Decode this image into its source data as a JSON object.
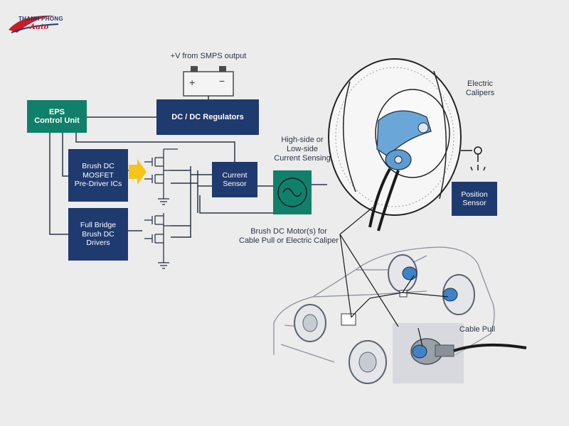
{
  "logo": {
    "line1": "THANH PHONG",
    "line2": "Auto"
  },
  "labels": {
    "smps": "+V from SMPS output",
    "sensing": "High-side or\nLow-side\nCurrent Sensing",
    "calipers": "Electric\nCalipers",
    "motors": "Brush DC Motor(s) for\nCable Pull or Electric Caliper",
    "cable_pull": "Cable Pull"
  },
  "boxes": {
    "eps": "EPS\nControl Unit",
    "regulators": "DC / DC Regulators",
    "predriver": "Brush DC\nMOSFET\nPre-Driver ICs",
    "full_bridge": "Full Bridge\nBrush DC\nDrivers",
    "current_sensor": "Current\nSensor",
    "position_sensor": "Position\nSensor"
  },
  "colors": {
    "navy": "#1f3a6e",
    "green": "#10806a",
    "arrow": "#f5c518",
    "motor_blue": "#3f82c9",
    "background": "#ececed"
  }
}
